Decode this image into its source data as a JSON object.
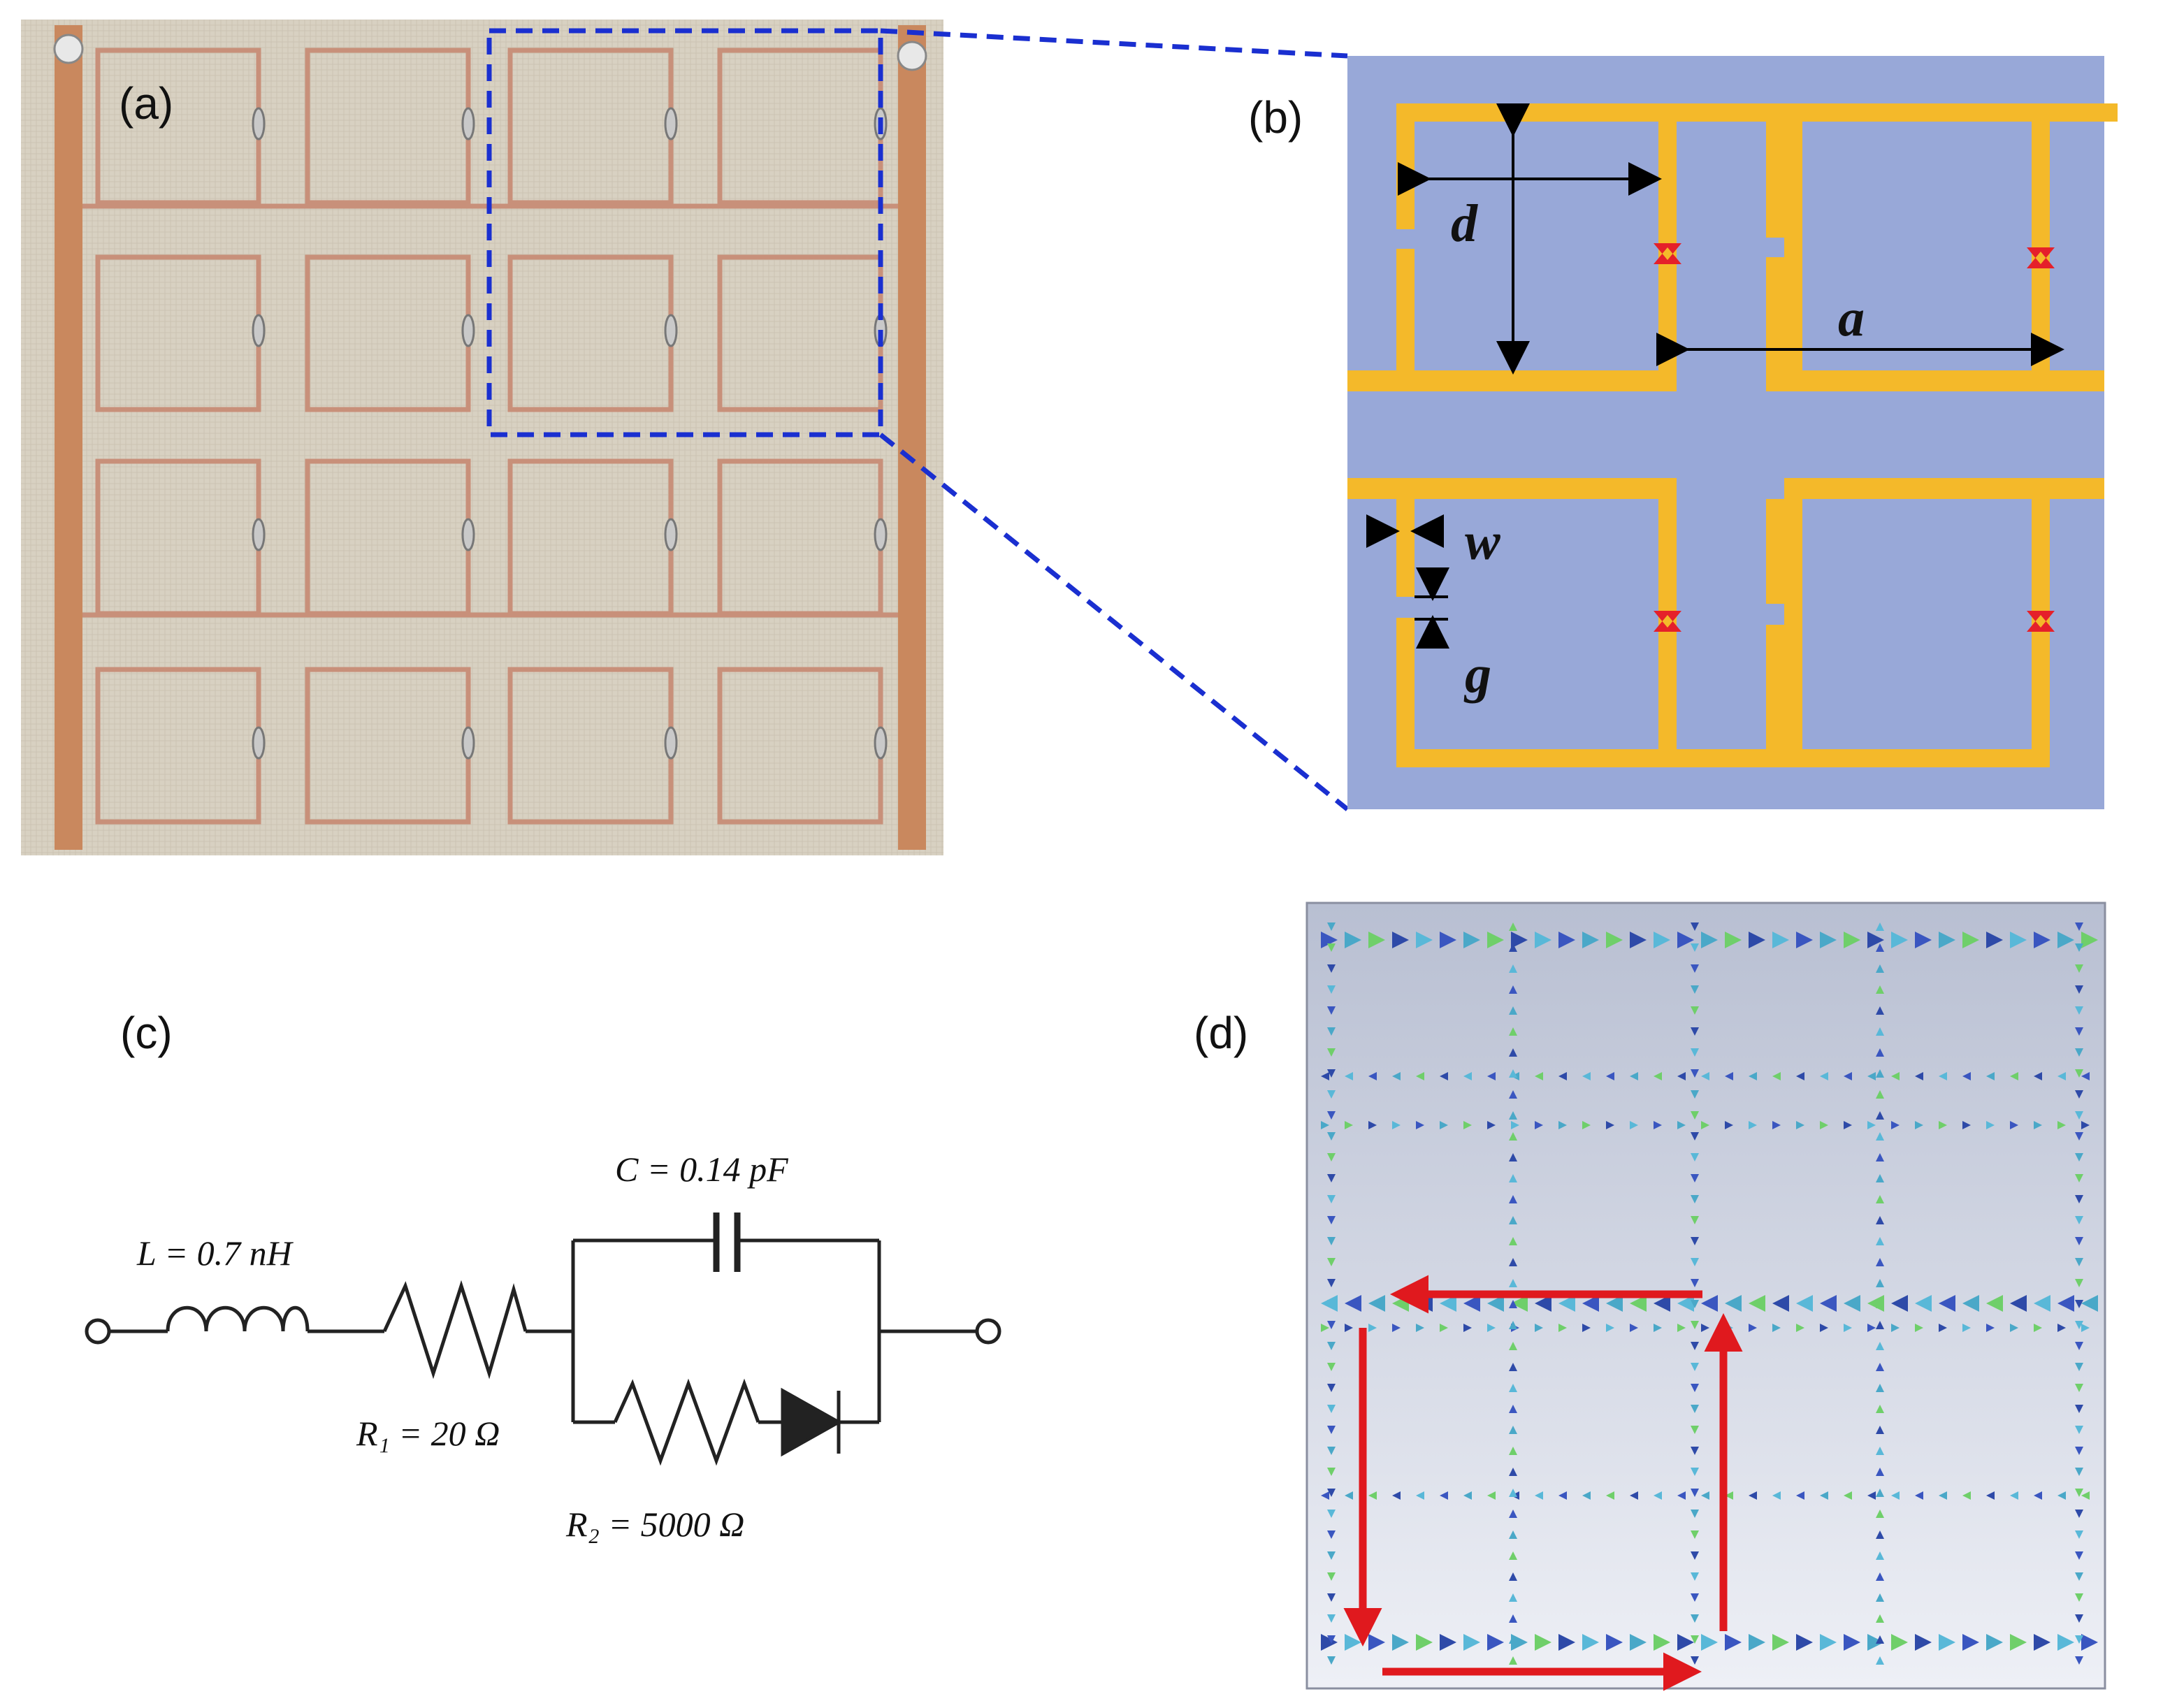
{
  "panels": {
    "a": {
      "label": "(a)"
    },
    "b": {
      "label": "(b)"
    },
    "c": {
      "label": "(c)"
    },
    "d": {
      "label": "(d)"
    }
  },
  "dimensions": {
    "d": "d",
    "a": "a",
    "w": "w",
    "g": "g"
  },
  "circuit": {
    "inductor": "L = 0.7 nH",
    "capacitor": "C = 0.14 pF",
    "r1": "R₁ = 20 Ω",
    "r2": "R₂ = 5000 Ω"
  },
  "colors": {
    "substrate_photo": "#d9d2c4",
    "copper": "#c8907a",
    "substrate_model": "#98a8d8",
    "metal_model": "#f4b92a",
    "diode_model": "#e5202a",
    "zoom_box": "#1a2fd0",
    "arrow_red": "#e0191e"
  }
}
